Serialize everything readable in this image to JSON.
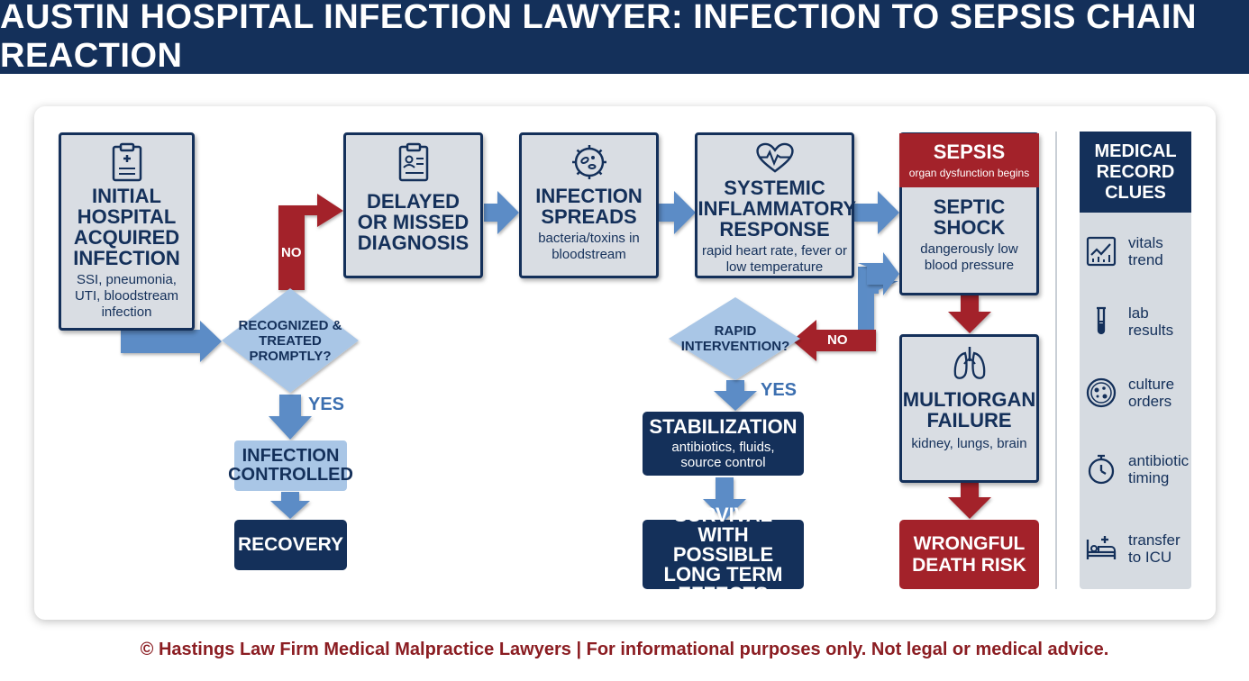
{
  "header": {
    "title": "AUSTIN HOSPITAL INFECTION LAWYER: INFECTION TO SEPSIS CHAIN REACTION"
  },
  "nodes": {
    "initial": {
      "title": "INITIAL HOSPITAL ACQUIRED INFECTION",
      "sub": "SSI, pneumonia, UTI, bloodstream infection"
    },
    "delayed": {
      "title": "DELAYED OR MISSED DIAGNOSIS"
    },
    "spreads": {
      "title": "INFECTION SPREADS",
      "sub": "bacteria/toxins in bloodstream"
    },
    "sirs": {
      "title": "SYSTEMIC INFLAMMATORY RESPONSE",
      "sub": "rapid heart rate, fever or low temperature"
    },
    "sepsis": {
      "title": "SEPSIS",
      "sub": "organ dysfunction begins"
    },
    "shock": {
      "title": "SEPTIC SHOCK",
      "sub": "dangerously low blood pressure"
    },
    "multiorgan": {
      "title": "MULTIORGAN FAILURE",
      "sub": "kidney, lungs, brain"
    },
    "death": {
      "title": "WRONGFUL DEATH RISK"
    },
    "recognized": {
      "title": "RECOGNIZED & TREATED PROMPTLY?"
    },
    "controlled": {
      "title": "INFECTION CONTROLLED"
    },
    "recovery": {
      "title": "RECOVERY"
    },
    "rapid": {
      "title": "RAPID INTERVENTION?"
    },
    "stabilization": {
      "title": "STABILIZATION",
      "sub": "antibiotics, fluids, source control"
    },
    "survival": {
      "title": "SURVIVAL WITH POSSIBLE LONG TERM EFFECTS"
    }
  },
  "labels": {
    "yes": "YES",
    "no": "NO"
  },
  "clues": {
    "title": "MEDICAL RECORD CLUES",
    "items": [
      {
        "label": "vitals trend",
        "icon": "vitals-chart-icon"
      },
      {
        "label": "lab results",
        "icon": "test-tube-icon"
      },
      {
        "label": "culture orders",
        "icon": "petri-dish-icon"
      },
      {
        "label": "antibiotic timing",
        "icon": "stopwatch-icon"
      },
      {
        "label": "transfer to ICU",
        "icon": "hospital-bed-icon"
      }
    ]
  },
  "footer": {
    "text": "© Hastings Law Firm Medical Malpractice Lawyers | For informational purposes only. Not legal or medical advice."
  },
  "colors": {
    "navy": "#14305a",
    "red": "#a3222a",
    "blue": "#5b8cc6",
    "light_blue": "#a9c6e6",
    "gray": "#d9dde3"
  }
}
